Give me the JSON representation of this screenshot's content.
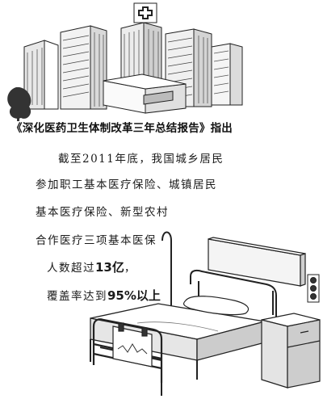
{
  "headline": "《深化医药卫生体制改革三年总结报告》指出",
  "body": {
    "line1": "截至2011年底，我国城乡居民",
    "line2": "参加职工基本医疗保险、城镇居民",
    "line3": "基本医疗保险、新型农村",
    "line4": "合作医疗三项基本医保",
    "line5_prefix": "人数超过",
    "line5_highlight": "13亿",
    "line5_suffix": "，",
    "line6_prefix": "覆盖率达到",
    "line6_highlight": "95%以上"
  },
  "illustration": {
    "top": [
      "hospital-buildings",
      "cross-sign",
      "tree"
    ],
    "bottom": [
      "hospital-bed",
      "iv-pole",
      "bedside-cabinet",
      "wall-panel",
      "chart-clipboard"
    ]
  }
}
